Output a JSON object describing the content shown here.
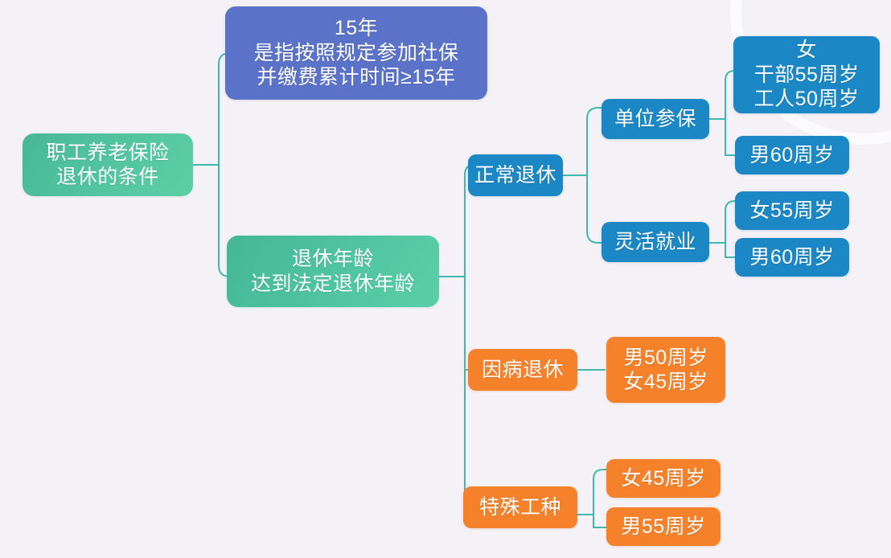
{
  "diagram": {
    "type": "mind-map",
    "background_color": "#f4f2f6",
    "connector_color": "#3fb8ae",
    "palette": {
      "green": "#4ac09a",
      "purple": "#5a72c8",
      "blue": "#1b87c4",
      "orange": "#f5822b",
      "text": "#ffffff"
    }
  },
  "nodes": {
    "root": {
      "label": "职工养老保险\n退休的条件",
      "color": "#4ac09a"
    },
    "years_15": {
      "label": "15年\n是指按照规定参加社保\n并缴费累计时间≥15年",
      "color": "#5a72c8"
    },
    "retire_age": {
      "label": "退休年龄\n达到法定退休年龄",
      "color": "#4ac09a"
    },
    "normal_retire": {
      "label": "正常退休",
      "color": "#1b87c4"
    },
    "employer_insured": {
      "label": "单位参保",
      "color": "#1b87c4"
    },
    "employer_female": {
      "label": "女\n干部55周岁\n工人50周岁",
      "color": "#1b87c4"
    },
    "employer_male": {
      "label": "男60周岁",
      "color": "#1b87c4"
    },
    "flexible_employment": {
      "label": "灵活就业",
      "color": "#1b87c4"
    },
    "flexible_female": {
      "label": "女55周岁",
      "color": "#1b87c4"
    },
    "flexible_male": {
      "label": "男60周岁",
      "color": "#1b87c4"
    },
    "illness_retire": {
      "label": "因病退休",
      "color": "#f5822b"
    },
    "illness_ages": {
      "label": "男50周岁\n女45周岁",
      "color": "#f5822b"
    },
    "special_work": {
      "label": "特殊工种",
      "color": "#f5822b"
    },
    "special_female": {
      "label": "女45周岁",
      "color": "#f5822b"
    },
    "special_male": {
      "label": "男55周岁",
      "color": "#f5822b"
    }
  }
}
